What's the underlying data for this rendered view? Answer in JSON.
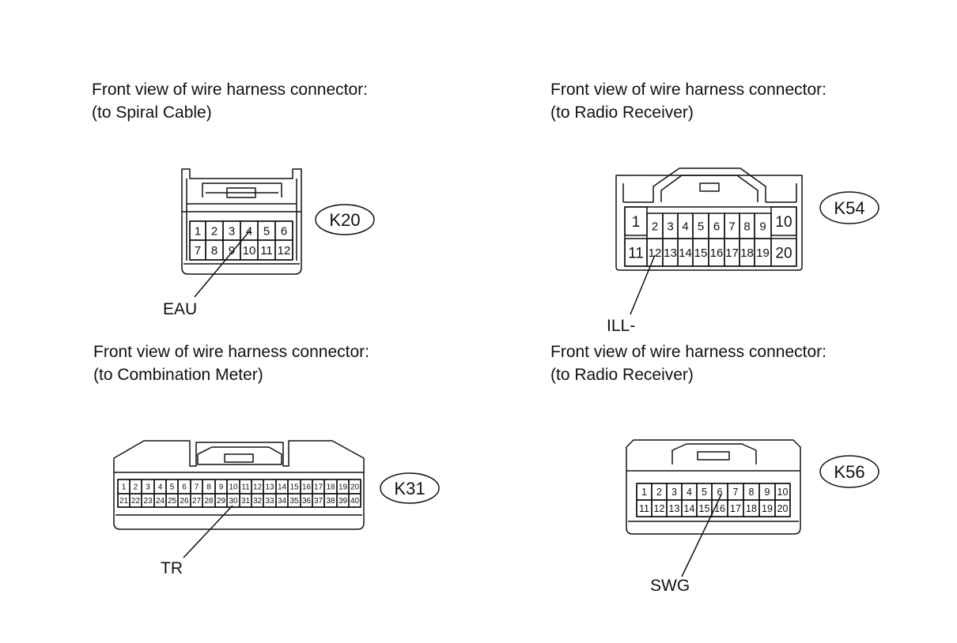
{
  "connectors": [
    {
      "id": "k20",
      "caption_line1": "Front view of wire harness connector:",
      "caption_line2": "(to Spiral Cable)",
      "code": "K20",
      "pin_label": "EAU",
      "pin": "4",
      "rows": [
        [
          "1",
          "2",
          "3",
          "4",
          "5",
          "6"
        ],
        [
          "7",
          "8",
          "9",
          "10",
          "11",
          "12"
        ]
      ]
    },
    {
      "id": "k54",
      "caption_line1": "Front view of wire harness connector:",
      "caption_line2": "(to Radio Receiver)",
      "code": "K54",
      "pin_label": "ILL-",
      "pin": "12",
      "rows": [
        [
          "1",
          "2",
          "3",
          "4",
          "5",
          "6",
          "7",
          "8",
          "9",
          "10"
        ],
        [
          "11",
          "12",
          "13",
          "14",
          "15",
          "16",
          "17",
          "18",
          "19",
          "20"
        ]
      ]
    },
    {
      "id": "k31",
      "caption_line1": "Front view of wire harness connector:",
      "caption_line2": "(to Combination Meter)",
      "code": "K31",
      "pin_label": "TR",
      "pin": "30",
      "rows": [
        [
          "1",
          "2",
          "3",
          "4",
          "5",
          "6",
          "7",
          "8",
          "9",
          "10",
          "11",
          "12",
          "13",
          "14",
          "15",
          "16",
          "17",
          "18",
          "19",
          "20"
        ],
        [
          "21",
          "22",
          "23",
          "24",
          "25",
          "26",
          "27",
          "28",
          "29",
          "30",
          "31",
          "32",
          "33",
          "34",
          "35",
          "36",
          "37",
          "38",
          "39",
          "40"
        ]
      ]
    },
    {
      "id": "k56",
      "caption_line1": "Front view of wire harness connector:",
      "caption_line2": "(to Radio Receiver)",
      "code": "K56",
      "pin_label": "SWG",
      "pin": "6",
      "rows": [
        [
          "1",
          "2",
          "3",
          "4",
          "5",
          "6",
          "7",
          "8",
          "9",
          "10"
        ],
        [
          "11",
          "12",
          "13",
          "14",
          "15",
          "16",
          "17",
          "18",
          "19",
          "20"
        ]
      ]
    }
  ]
}
